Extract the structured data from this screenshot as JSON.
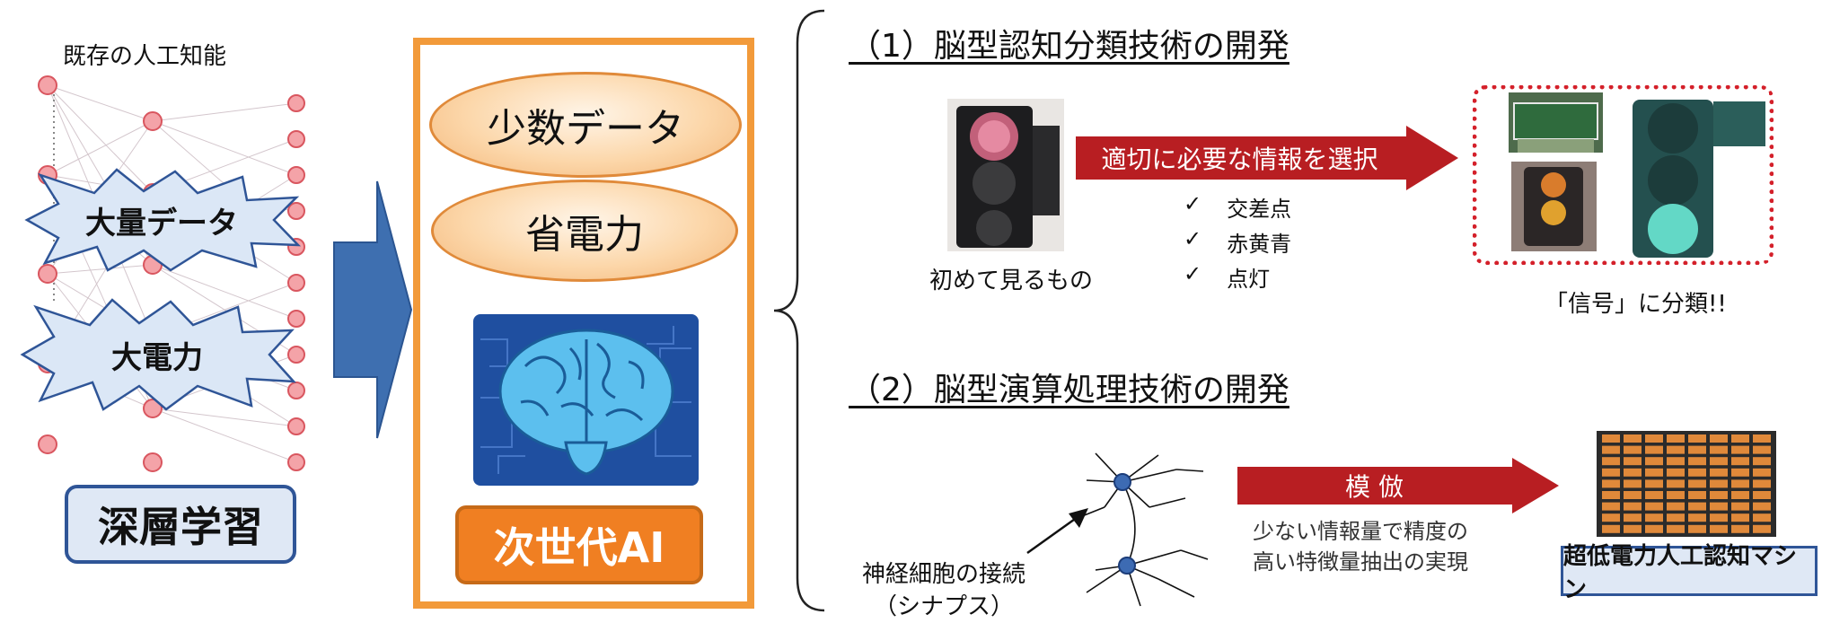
{
  "left": {
    "caption": "既存の人工知能",
    "bursts": [
      "大量データ",
      "大電力"
    ],
    "badge": "深層学習"
  },
  "center": {
    "pills": [
      "少数データ",
      "省電力"
    ],
    "badge": "次世代AI"
  },
  "section1": {
    "title": "（1）脳型認知分類技術の開発",
    "arrow_label": "適切に必要な情報を選択",
    "input_caption": "初めて見るもの",
    "checks": [
      "交差点",
      "赤黄青",
      "点灯"
    ],
    "result_caption": "「信号」に分類!!"
  },
  "section2": {
    "title": "（2）脳型演算処理技術の開発",
    "arrow_label": "模 倣",
    "arrow_caption_lines": [
      "少ない情報量で精度の",
      "高い特徴量抽出の実現"
    ],
    "neuron_caption_lines": [
      "神経細胞の接続",
      "（シナプス）"
    ],
    "machine_label": "超低電力人工認知マシン"
  },
  "colors": {
    "orange_border": "#f29a3a",
    "arrow_blue": "#3e6fb0",
    "red_arrow": "#b81e22",
    "badge_fill": "#dfe8f5",
    "badge_border": "#2f5597",
    "next_ai_fill": "#f07f22"
  }
}
